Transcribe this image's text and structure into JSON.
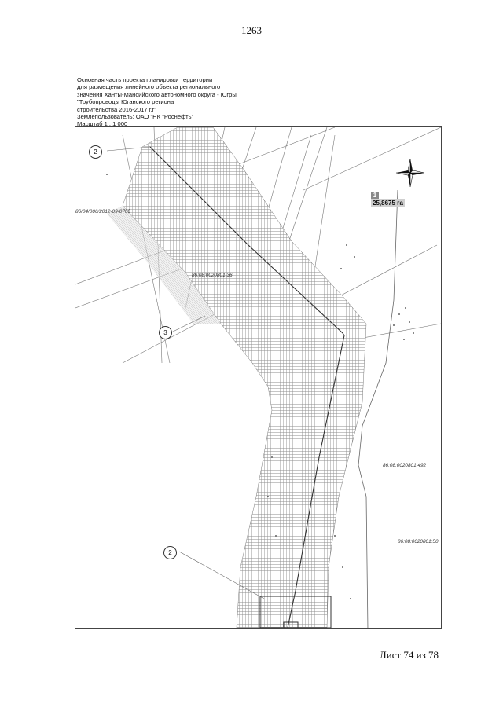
{
  "page_number": "1263",
  "title_lines": [
    "Основная часть проекта планировки территории",
    "для размещения линейного объекта регионального",
    "значения Ханты-Мансийского автономного округа - Югры",
    "\"Трубопроводы Юганского региона",
    "строительства 2016-2017 г.г\"",
    "Землепользователь: ОАО \"НК \"Роснефть\"",
    "Масштаб 1 : 1 000"
  ],
  "plot": {
    "number": "1",
    "area": "25,8675 га"
  },
  "parcels": [
    "86/04/006/2012-09-0700",
    "86:08:0020801:36",
    "86:08:0020801:492",
    "86:08:0020801:50"
  ],
  "markers": [
    "2",
    "3",
    "2"
  ],
  "sheet_label": "Лист 74 из 78",
  "colors": {
    "hatch": "#9a9a9a",
    "line": "#333333",
    "frame": "#444444"
  }
}
